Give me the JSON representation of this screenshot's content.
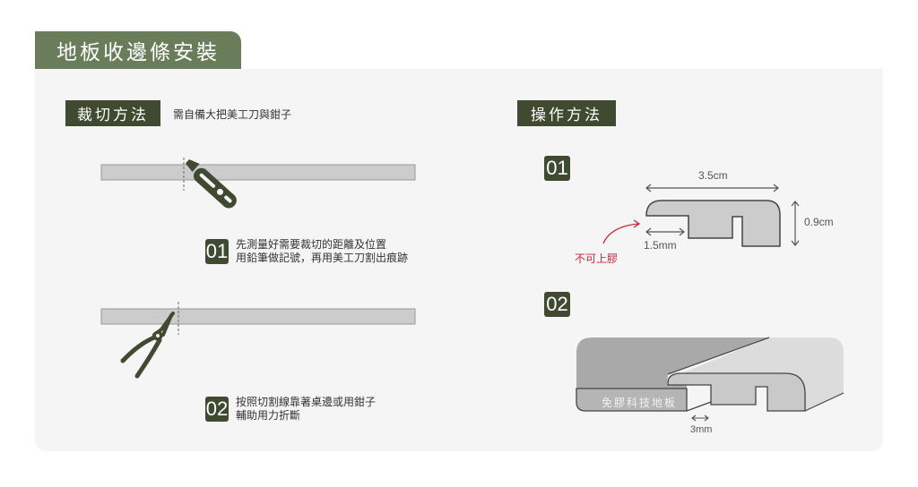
{
  "header": {
    "title": "地板收邊條安裝"
  },
  "cutting": {
    "label": "裁切方法",
    "note": "需自備大把美工刀與鉗子",
    "steps": [
      {
        "num": "01",
        "line1": "先測量好需要裁切的距離及位置",
        "line2": "用鉛筆做記號，再用美工刀割出痕跡",
        "tool_icon": "utility-knife-icon"
      },
      {
        "num": "02",
        "line1": "按照切割線靠著桌邊或用鉗子",
        "line2": "輔助用力折斷",
        "tool_icon": "pliers-icon"
      }
    ]
  },
  "operation": {
    "label": "操作方法",
    "steps": [
      {
        "num": "01",
        "width_dim": "3.5cm",
        "height_dim": "0.9cm",
        "lip_dim": "1.5mm",
        "warning": "不可上膠"
      },
      {
        "num": "02",
        "floor_label": "免膠科技地板",
        "gap_dim": "3mm"
      }
    ]
  },
  "colors": {
    "title_bg": "#6a7d5a",
    "label_bg": "#3f4a30",
    "panel_bg": "#f5f5f5",
    "warning": "#c0283c",
    "strip": "#cccccc"
  }
}
